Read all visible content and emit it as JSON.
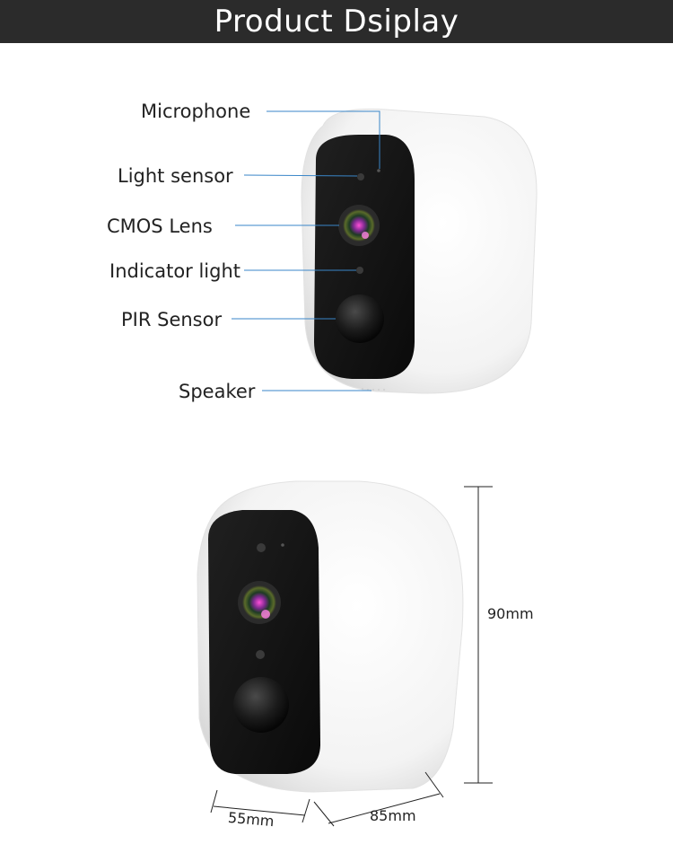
{
  "header": {
    "title": "Product Dsiplay"
  },
  "callouts": {
    "microphone": "Microphone",
    "light_sensor": "Light sensor",
    "cmos_lens": "CMOS Lens",
    "indicator_light": "Indicator light",
    "pir_sensor": "PIR Sensor",
    "speaker": "Speaker"
  },
  "dimensions": {
    "height": "90mm",
    "width": "55mm",
    "depth": "85mm"
  },
  "colors": {
    "banner_bg": "#2b2b2b",
    "leader_line": "#3a86c8",
    "camera_face": "#141414",
    "camera_shell": "#f4f4f4"
  }
}
